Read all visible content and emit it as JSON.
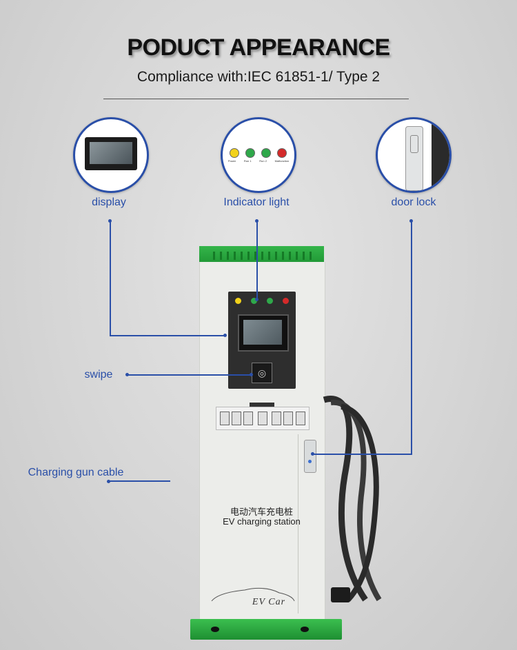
{
  "header": {
    "title": "PODUCT APPEARANCE",
    "subtitle": "Compliance with:IEC 61851-1/ Type 2"
  },
  "callouts": {
    "display": "display",
    "indicator_light": "Indicator light",
    "door_lock": "door lock",
    "swipe": "swipe",
    "charging_gun_cable": "Charging gun cable"
  },
  "station": {
    "label_cn": "电动汽车充电桩",
    "label_en": "EV charging station",
    "logo_text": "EV Car"
  },
  "indicator_lamps": [
    {
      "label": "Power",
      "color": "#f2d21b"
    },
    {
      "label": "Run 1",
      "color": "#2fa84a"
    },
    {
      "label": "Run 2",
      "color": "#2fa84a"
    },
    {
      "label": "Malfunction",
      "color": "#d42a2a"
    }
  ],
  "colors": {
    "accent": "#2a4fa8",
    "station_green": "#2aa83f"
  }
}
